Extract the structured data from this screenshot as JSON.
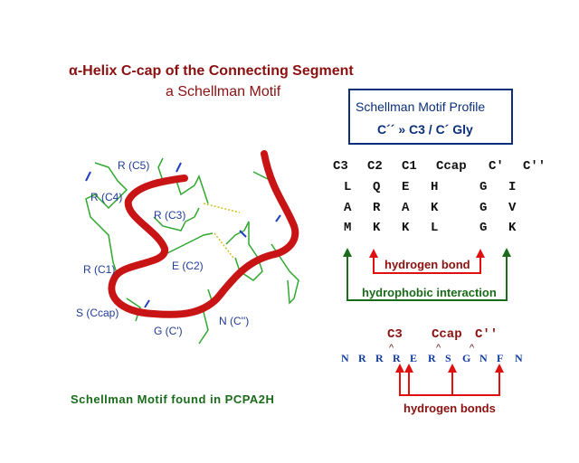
{
  "title": "α-Helix C-cap of the Connecting Segment",
  "subtitle": "a Schellman Motif",
  "profile_box": {
    "line1": "Schellman Motif Profile",
    "line2": "C´´ » C3 / C´ Gly"
  },
  "profile_table": {
    "headers": [
      "C3",
      "C2",
      "C1",
      "Ccap",
      "C′",
      "C′′"
    ],
    "rows": [
      [
        "L",
        "Q",
        "E",
        "H",
        "G",
        "I"
      ],
      [
        "A",
        "R",
        "A",
        "K",
        "G",
        "V"
      ],
      [
        "M",
        "K",
        "K",
        "L",
        "G",
        "K"
      ]
    ]
  },
  "hydrogen_bond_label": "hydrogen bond",
  "hydrophobic_label": "hydrophobic interaction",
  "sequence": {
    "position_labels": [
      "C3",
      "Ccap",
      "C′′"
    ],
    "caret": "^",
    "residues": [
      "N",
      "R",
      "R",
      "R",
      "E",
      "R",
      "S",
      "G",
      "N",
      "F",
      "N"
    ],
    "bonds_label": "hydrogen bonds"
  },
  "structure_labels": [
    "R (C5)",
    "R (C4)",
    "R (C3)",
    "R (C1)",
    "E (C2)",
    "S (Ccap)",
    "G (C')",
    "N (C'')"
  ],
  "caption": "Schellman Motif found in PCPA2H",
  "colors": {
    "title": "#8b1010",
    "ribbon": "#c81414",
    "sticks": "#2fa82f",
    "hbond_arrow": "#e01010",
    "hydrophobic_arrow": "#1a6b1a"
  }
}
